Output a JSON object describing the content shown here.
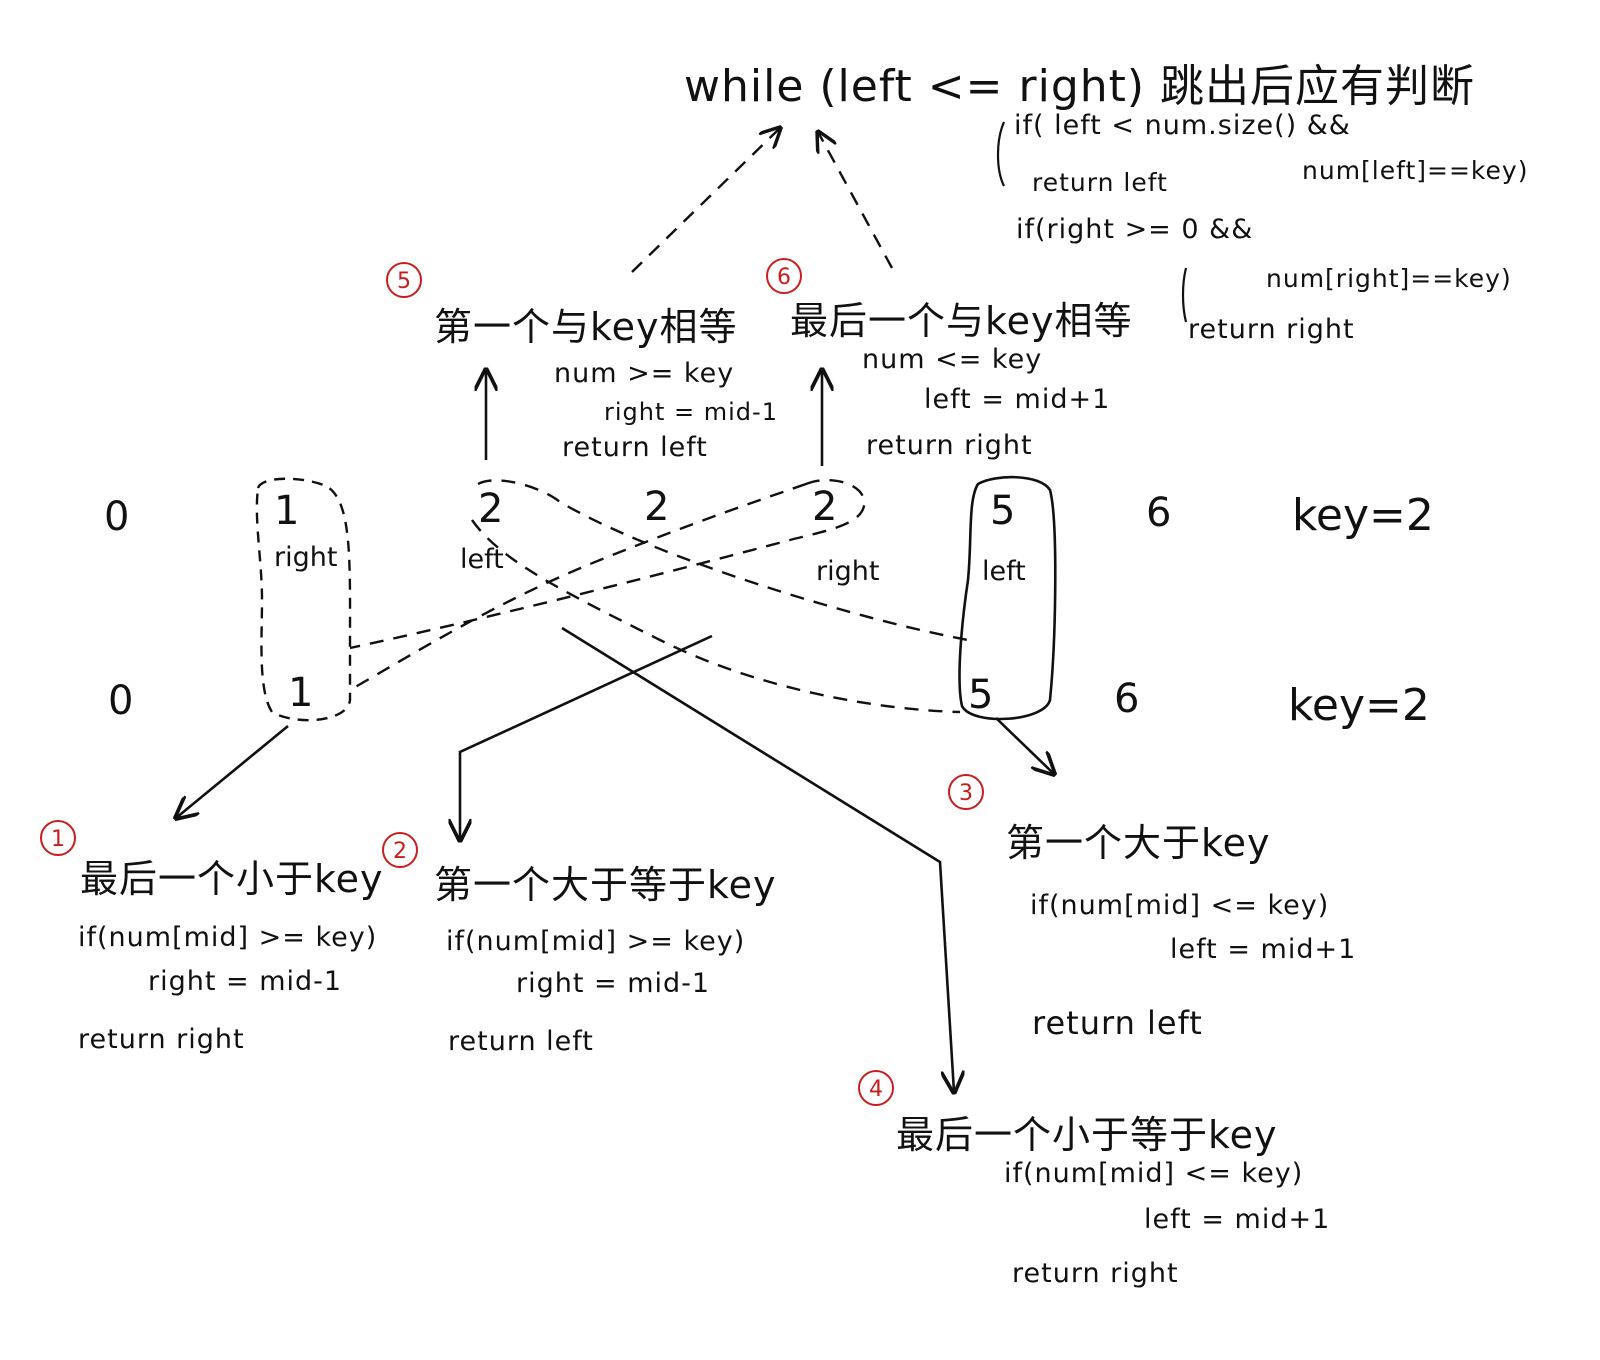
{
  "condition": {
    "while_title": "while (left <= right) 跳出后应有判断",
    "check1_if": "if( left < num.size() &&",
    "check1_cond": "num[left]==key)",
    "check1_return": "return left",
    "check2_if": "if(right >= 0 &&",
    "check2_cond": "num[right]==key)",
    "check2_return": "return right"
  },
  "case5": {
    "badge": "5",
    "title": "第一个与key相等",
    "line1": "num >= key",
    "line2": "right = mid-1",
    "line3": "return left"
  },
  "case6": {
    "badge": "6",
    "title": "最后一个与key相等",
    "line1": "num <= key",
    "line2": "left = mid+1",
    "line3": "return right"
  },
  "array_top": {
    "values": [
      "0",
      "1",
      "2",
      "2",
      "2",
      "5",
      "6"
    ],
    "key": "key=2",
    "right_label": "right",
    "left_label": "left",
    "right2_label": "right",
    "left2_label": "left"
  },
  "array_bottom": {
    "values": [
      "0",
      "1",
      "5",
      "6"
    ],
    "key": "key=2"
  },
  "case1": {
    "badge": "1",
    "title": "最后一个小于key",
    "line1": "if(num[mid] >= key)",
    "line2": "right = mid-1",
    "line3": "return right"
  },
  "case2": {
    "badge": "2",
    "title": "第一个大于等于key",
    "line1": "if(num[mid] >= key)",
    "line2": "right = mid-1",
    "line3": "return left"
  },
  "case3": {
    "badge": "3",
    "title": "第一个大于key",
    "line1": "if(num[mid] <= key)",
    "line2": "left = mid+1",
    "line3": "return left"
  },
  "case4": {
    "badge": "4",
    "title": "最后一个小于等于key",
    "line1": "if(num[mid] <= key)",
    "line2": "left = mid+1",
    "line3": "return right"
  },
  "colors": {
    "ink": "#111111",
    "badge": "#c81e1e",
    "paper": "#ffffff"
  }
}
